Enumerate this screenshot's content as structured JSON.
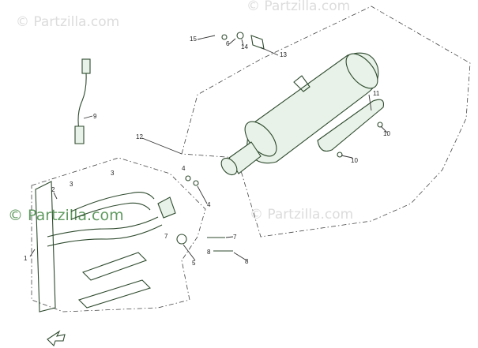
{
  "watermarks": [
    {
      "id": "wm-top-left",
      "text": "© Partzilla.com"
    },
    {
      "id": "wm-top-right",
      "text": "© Partzilla.com"
    },
    {
      "id": "wm-center",
      "text": "© Partzilla.com"
    },
    {
      "id": "wm-right",
      "text": "© Partzilla.com"
    }
  ],
  "callouts": [
    "1",
    "2",
    "3",
    "4",
    "5",
    "6",
    "7",
    "8",
    "9",
    "10",
    "10",
    "11",
    "12",
    "13",
    "14",
    "15",
    "3",
    "4",
    "7",
    "8"
  ],
  "colors": {
    "line": "#2e4a2e",
    "fill": "#e8f2e8",
    "watermark": "#dcdcdc",
    "watermark_green": "#5f9a5f"
  }
}
